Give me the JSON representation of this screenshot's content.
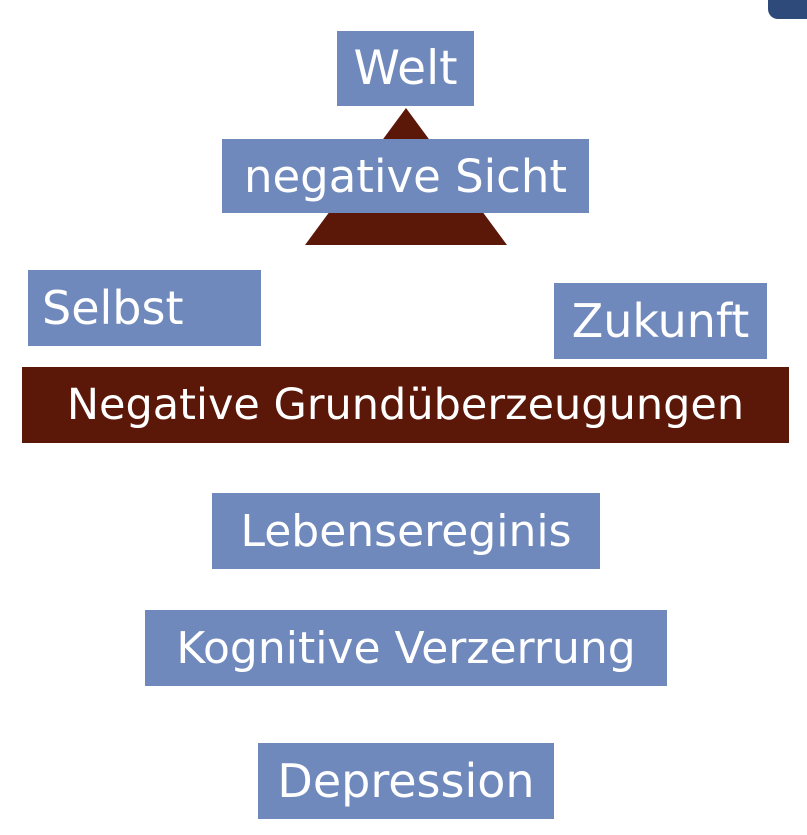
{
  "diagram": {
    "nodes": {
      "world": "Welt",
      "negative_view": "negative Sicht",
      "self": "Selbst",
      "future": "Zukunft",
      "core_beliefs": "Negative Grundüberzeugungen",
      "life_events": "Lebensereginis",
      "cognitive_distortion": "Kognitive Verzerrung",
      "depression": "Depression"
    },
    "colors": {
      "box_fill": "#7089bd",
      "accent_dark": "#5b1708",
      "text": "#ffffff",
      "corner_tab": "#2e4a7b"
    }
  }
}
